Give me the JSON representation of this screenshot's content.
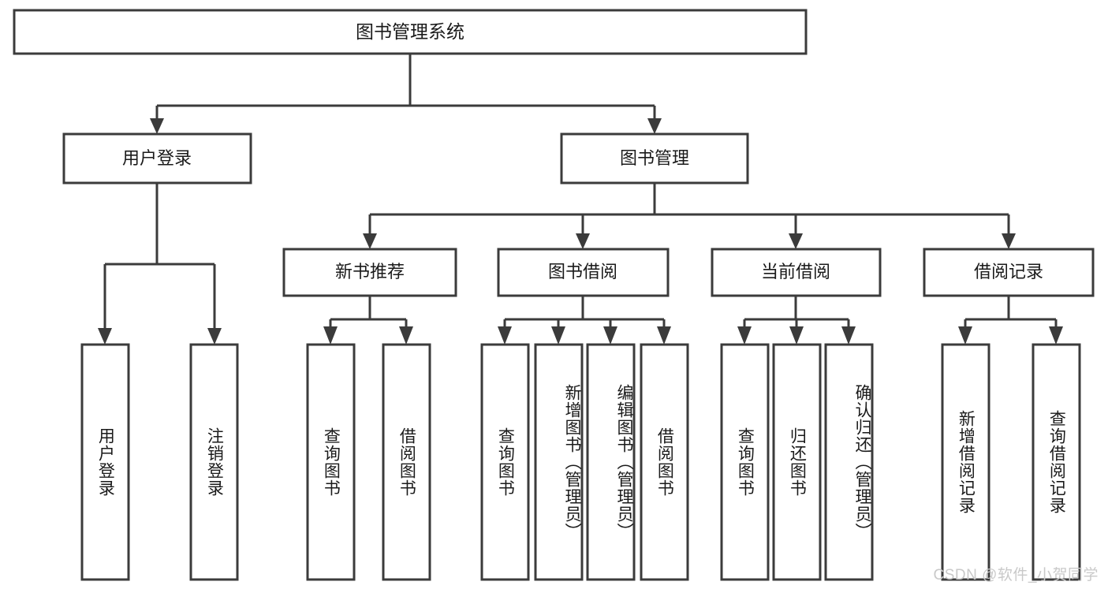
{
  "diagram": {
    "type": "tree",
    "title": "图书管理系统",
    "orientation": "top-down",
    "colors": {
      "box_stroke": "#3b3b3b",
      "box_fill": "#ffffff",
      "text": "#1a1a1a",
      "background": "#ffffff",
      "watermark": "#c9c9c9"
    },
    "root": {
      "label": "图书管理系统"
    },
    "level2": [
      {
        "label": "用户登录"
      },
      {
        "label": "图书管理"
      }
    ],
    "level3": [
      {
        "label": "新书推荐"
      },
      {
        "label": "图书借阅"
      },
      {
        "label": "当前借阅"
      },
      {
        "label": "借阅记录"
      }
    ],
    "leaves": {
      "user_login": [
        {
          "label": "用户登录"
        },
        {
          "label": "注销登录"
        }
      ],
      "new_book_recommend": [
        {
          "label": "查询图书"
        },
        {
          "label": "借阅图书"
        }
      ],
      "book_borrow": [
        {
          "label": "查询图书"
        },
        {
          "label": "新增图书（管理员）"
        },
        {
          "label": "编辑图书（管理员）"
        },
        {
          "label": "借阅图书"
        }
      ],
      "current_borrow": [
        {
          "label": "查询图书"
        },
        {
          "label": "归还图书"
        },
        {
          "label": "确认归还（管理员）"
        }
      ],
      "borrow_record": [
        {
          "label": "新增借阅记录"
        },
        {
          "label": "查询借阅记录"
        }
      ]
    }
  },
  "watermark": {
    "text": "CSDN @软件_小贺同学"
  }
}
